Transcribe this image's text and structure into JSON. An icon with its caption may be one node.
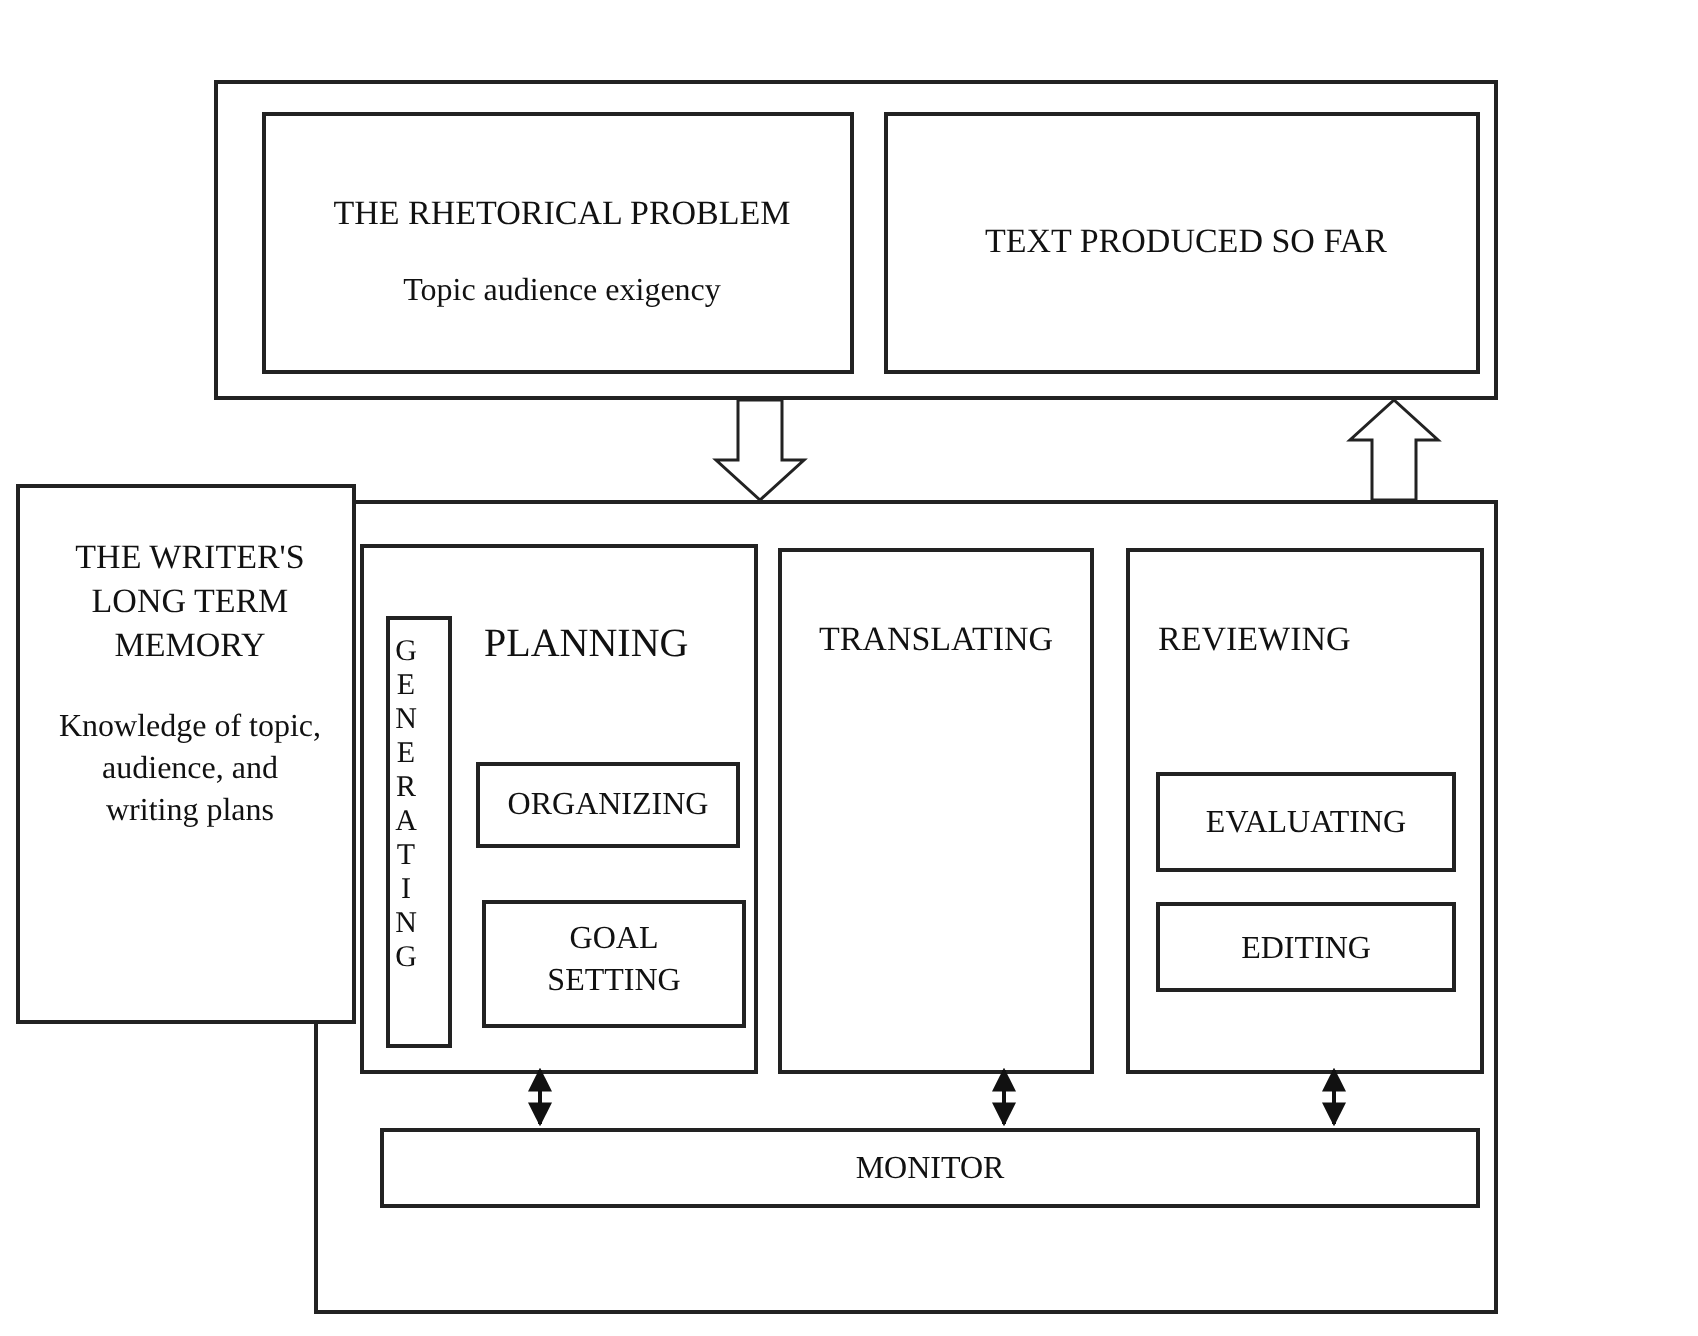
{
  "diagram": {
    "nodes": [
      {
        "text": [],
        "shape": "box"
      },
      {
        "text": [
          "THE RHETORICAL PROBLEM",
          "Topic audience exigency"
        ],
        "in": 0
      },
      {
        "text": [
          "TEXT PRODUCED SO FAR"
        ],
        "in": 0
      },
      {
        "text": [
          "THE WRITER'S LONG TERM MEMORY",
          "Knowledge of topic, audience, and writing plans"
        ]
      },
      {
        "text": [],
        "shape": "box"
      },
      {
        "text": [
          "PLANNING"
        ],
        "in": 4
      },
      {
        "text": [
          "GENERATING"
        ],
        "in": 5
      },
      {
        "text": [
          "ORGANIZING"
        ],
        "in": 5
      },
      {
        "text": [
          "GOAL SETTING"
        ],
        "in": 5
      },
      {
        "text": [
          "TRANSLATING"
        ],
        "in": 4
      },
      {
        "text": [
          "REVIEWING"
        ],
        "in": 4
      },
      {
        "text": [
          "EVALUATING"
        ],
        "in": 10
      },
      {
        "text": [
          "EDITING"
        ],
        "in": 10
      },
      {
        "text": [
          "MONITOR"
        ],
        "in": 4
      }
    ],
    "edges": [
      {
        "from": 0,
        "to": 4,
        "arrow": "to"
      },
      {
        "from": 4,
        "to": 0,
        "arrow": "to"
      },
      {
        "from": 5,
        "to": 13,
        "arrow": "both"
      },
      {
        "from": 9,
        "to": 13,
        "arrow": "both"
      },
      {
        "from": 10,
        "to": 13,
        "arrow": "both"
      }
    ]
  }
}
